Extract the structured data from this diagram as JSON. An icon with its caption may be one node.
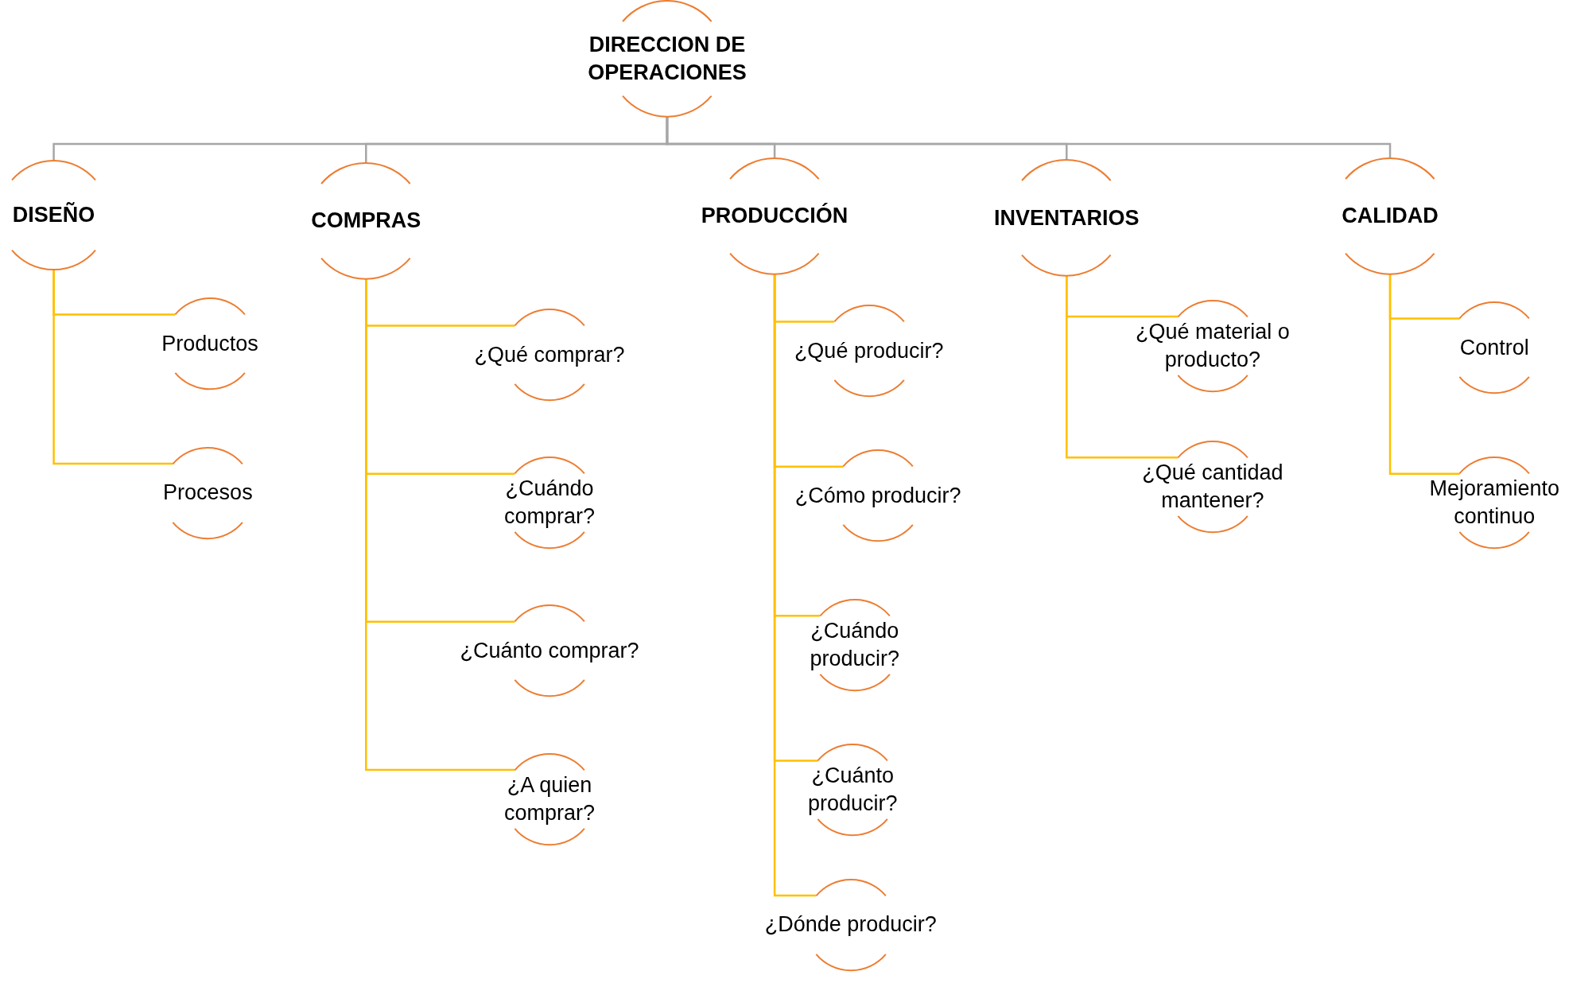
{
  "diagram": {
    "nodes": [
      {
        "text": [
          "DIRECCION DE OPERACIONES"
        ]
      },
      {
        "text": [
          "DISEÑO"
        ]
      },
      {
        "text": [
          "COMPRAS"
        ]
      },
      {
        "text": [
          "PRODUCCIÓN"
        ]
      },
      {
        "text": [
          "INVENTARIOS"
        ]
      },
      {
        "text": [
          "CALIDAD"
        ]
      },
      {
        "text": [
          "Productos"
        ]
      },
      {
        "text": [
          "Procesos"
        ]
      },
      {
        "text": [
          "¿Qué comprar?"
        ]
      },
      {
        "text": [
          "¿Cuándo comprar?"
        ]
      },
      {
        "text": [
          "¿Cuánto comprar?"
        ]
      },
      {
        "text": [
          "¿A quien comprar?"
        ]
      },
      {
        "text": [
          "¿Qué producir?"
        ]
      },
      {
        "text": [
          "¿Cómo producir?"
        ]
      },
      {
        "text": [
          "¿Cuándo producir?"
        ]
      },
      {
        "text": [
          "¿Cuánto producir?"
        ]
      },
      {
        "text": [
          "¿Dónde producir?"
        ]
      },
      {
        "text": [
          "¿Qué material o producto?"
        ]
      },
      {
        "text": [
          "¿Qué cantidad mantener?"
        ]
      },
      {
        "text": [
          "Control"
        ]
      },
      {
        "text": [
          "Mejoramiento continuo"
        ]
      }
    ],
    "edges": [
      {
        "from": 0,
        "to": 1,
        "arrow": "none",
        "color": "#a6a6a6"
      },
      {
        "from": 0,
        "to": 2,
        "arrow": "none",
        "color": "#a6a6a6"
      },
      {
        "from": 0,
        "to": 3,
        "arrow": "none",
        "color": "#a6a6a6"
      },
      {
        "from": 0,
        "to": 4,
        "arrow": "none",
        "color": "#a6a6a6"
      },
      {
        "from": 0,
        "to": 5,
        "arrow": "none",
        "color": "#a6a6a6"
      },
      {
        "from": 1,
        "to": 6,
        "arrow": "none"
      },
      {
        "from": 1,
        "to": 7,
        "arrow": "none"
      },
      {
        "from": 2,
        "to": 8,
        "arrow": "none"
      },
      {
        "from": 2,
        "to": 9,
        "arrow": "none"
      },
      {
        "from": 2,
        "to": 10,
        "arrow": "none"
      },
      {
        "from": 2,
        "to": 11,
        "arrow": "none"
      },
      {
        "from": 3,
        "to": 12,
        "arrow": "none"
      },
      {
        "from": 3,
        "to": 13,
        "arrow": "none"
      },
      {
        "from": 3,
        "to": 14,
        "arrow": "none"
      },
      {
        "from": 3,
        "to": 15,
        "arrow": "none"
      },
      {
        "from": 3,
        "to": 16,
        "arrow": "none"
      },
      {
        "from": 4,
        "to": 17,
        "arrow": "none"
      },
      {
        "from": 4,
        "to": 18,
        "arrow": "none"
      },
      {
        "from": 5,
        "to": 19,
        "arrow": "none"
      },
      {
        "from": 5,
        "to": 20,
        "arrow": "none"
      }
    ]
  }
}
